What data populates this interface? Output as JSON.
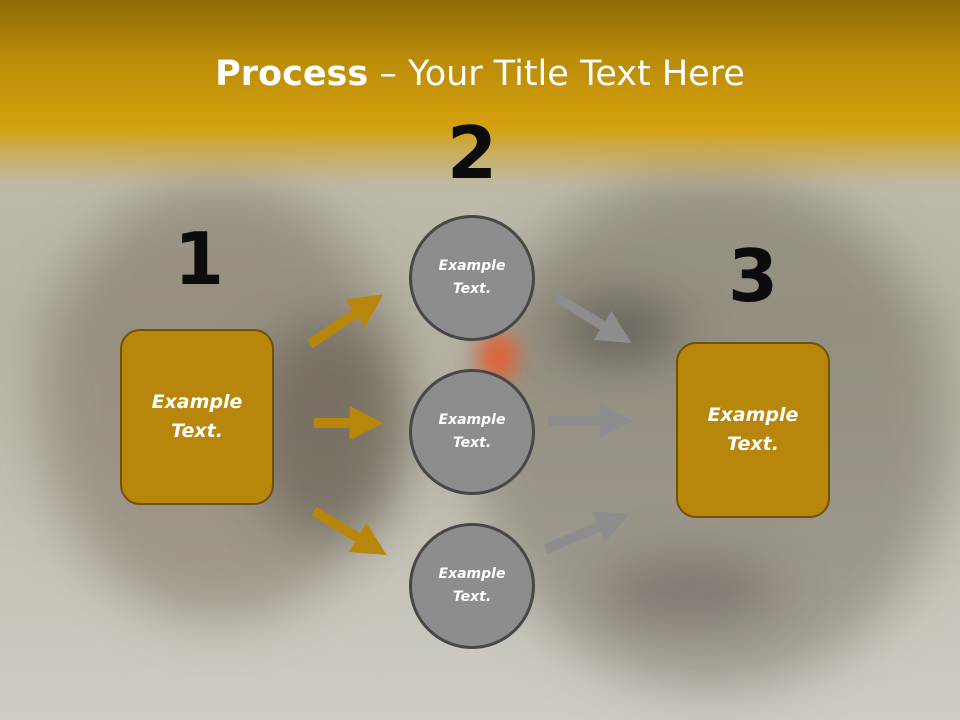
{
  "slide": {
    "title_bold": "Process",
    "title_rest": " – Your Title Text Here"
  },
  "steps": {
    "step1": {
      "number": "1",
      "text": "Example Text."
    },
    "step2": {
      "number": "2",
      "circles": [
        {
          "text": "Example Text."
        },
        {
          "text": "Example Text."
        },
        {
          "text": "Example Text."
        }
      ]
    },
    "step3": {
      "number": "3",
      "text": "Example Text."
    }
  },
  "colors": {
    "accent_gold": "#b7860b",
    "arrow_gold": "#b7860b",
    "arrow_gray": "#8d8d8d",
    "circle_fill": "#8d8d8d"
  }
}
